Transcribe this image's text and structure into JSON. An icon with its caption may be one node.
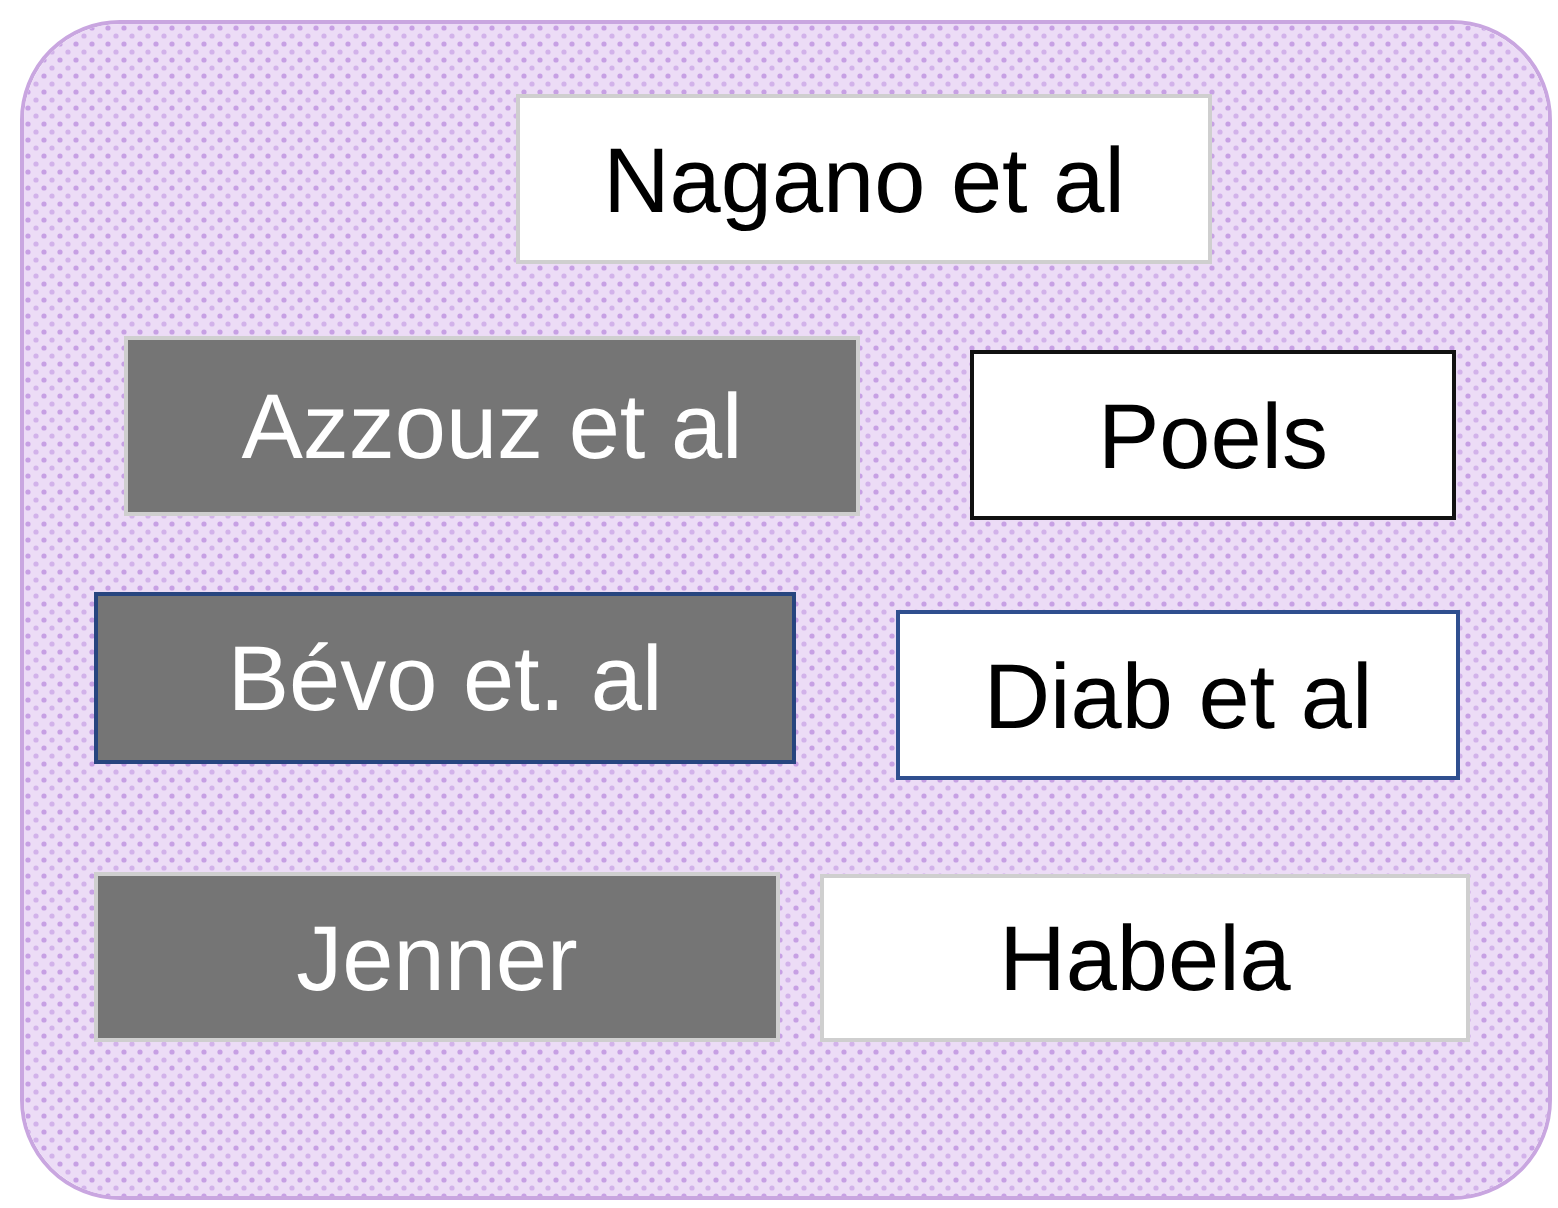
{
  "diagram": {
    "nodes": [
      {
        "text": [],
        "shape": "box"
      },
      {
        "text": [
          "Nagano et al"
        ],
        "in": 0
      },
      {
        "text": [
          "Azzouz et al"
        ],
        "in": 0
      },
      {
        "text": [
          "Poels"
        ],
        "in": 0
      },
      {
        "text": [
          "Bévo et. al"
        ],
        "in": 0
      },
      {
        "text": [
          "Diab et al"
        ],
        "in": 0
      },
      {
        "text": [
          "Jenner"
        ],
        "in": 0
      },
      {
        "text": [
          "Habela"
        ],
        "in": 0
      }
    ]
  }
}
